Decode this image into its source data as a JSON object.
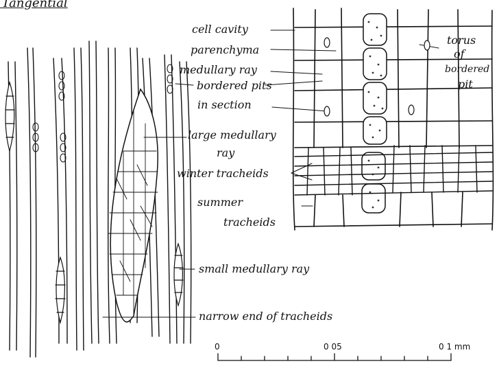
{
  "figure": {
    "heading": "(a) Tangential",
    "colors": {
      "ink": "#111111",
      "stipple": "#333333",
      "paper": "#ffffff"
    }
  },
  "labels": {
    "cell_cavity": "cell cavity",
    "parenchyma": "parenchyma",
    "medullary_ray": "medullary ray",
    "bordered_pits": "bordered pits",
    "in_section": "in section",
    "large_ray_1": "large medullary",
    "large_ray_2": "ray",
    "winter_tracheids": "winter tracheids",
    "summer": "summer",
    "tracheids": "tracheids",
    "small_ray": "small medullary ray",
    "narrow_end": "narrow end of tracheids",
    "torus": "torus",
    "of": "of",
    "bordered": "bordered",
    "pit": "pit"
  },
  "scale": {
    "tick_0": "0",
    "tick_mid": "0 05",
    "tick_max": "0 1 mm"
  }
}
